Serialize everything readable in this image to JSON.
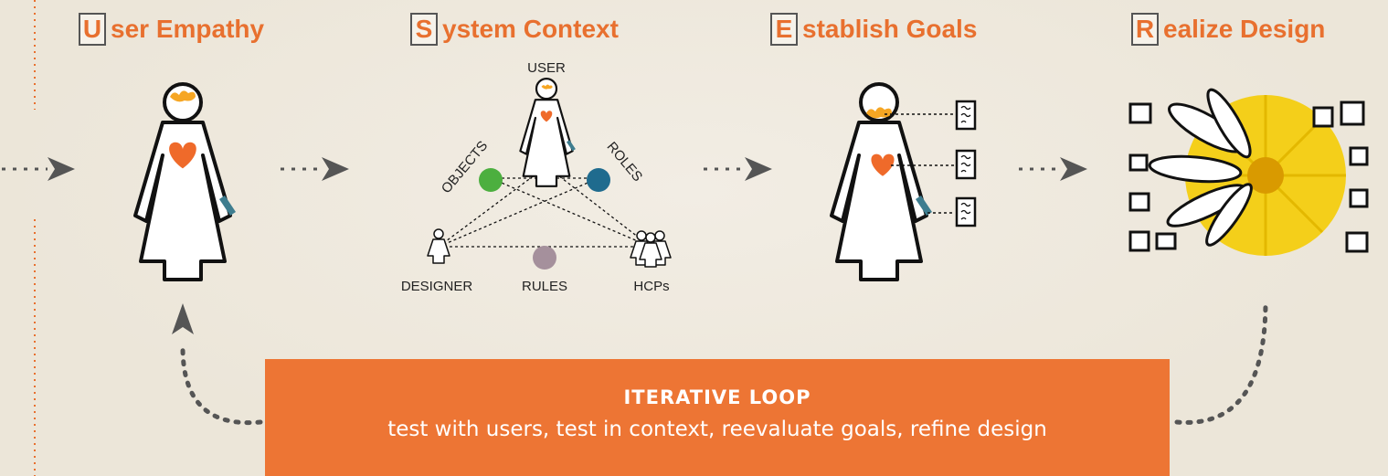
{
  "steps": [
    {
      "letter": "U",
      "rest": "ser Empathy"
    },
    {
      "letter": "S",
      "rest": "ystem Context"
    },
    {
      "letter": "E",
      "rest": "stablish Goals"
    },
    {
      "letter": "R",
      "rest": "ealize Design"
    }
  ],
  "context_diagram": {
    "user": "USER",
    "objects": "OBJECTS",
    "roles": "ROLES",
    "designer": "DESIGNER",
    "rules": "RULES",
    "hcps": "HCPs"
  },
  "loop": {
    "title": "ITERATIVE LOOP",
    "subtitle": "test with users, test in context, reevaluate goals, refine design"
  },
  "colors": {
    "accent_orange": "#e8702f",
    "loop_box": "#ed7534",
    "objects_node": "#4caf3f",
    "roles_node": "#1f6b8e",
    "rules_node": "#a5909c",
    "brain": "#f6a623",
    "heart": "#ef6a2a",
    "hand": "#3e7d8f"
  },
  "icons": [
    "user-figure-icon",
    "brain-icon",
    "heart-icon",
    "group-icon",
    "flower-image",
    "note-icon",
    "dotted-arrow-icon"
  ]
}
